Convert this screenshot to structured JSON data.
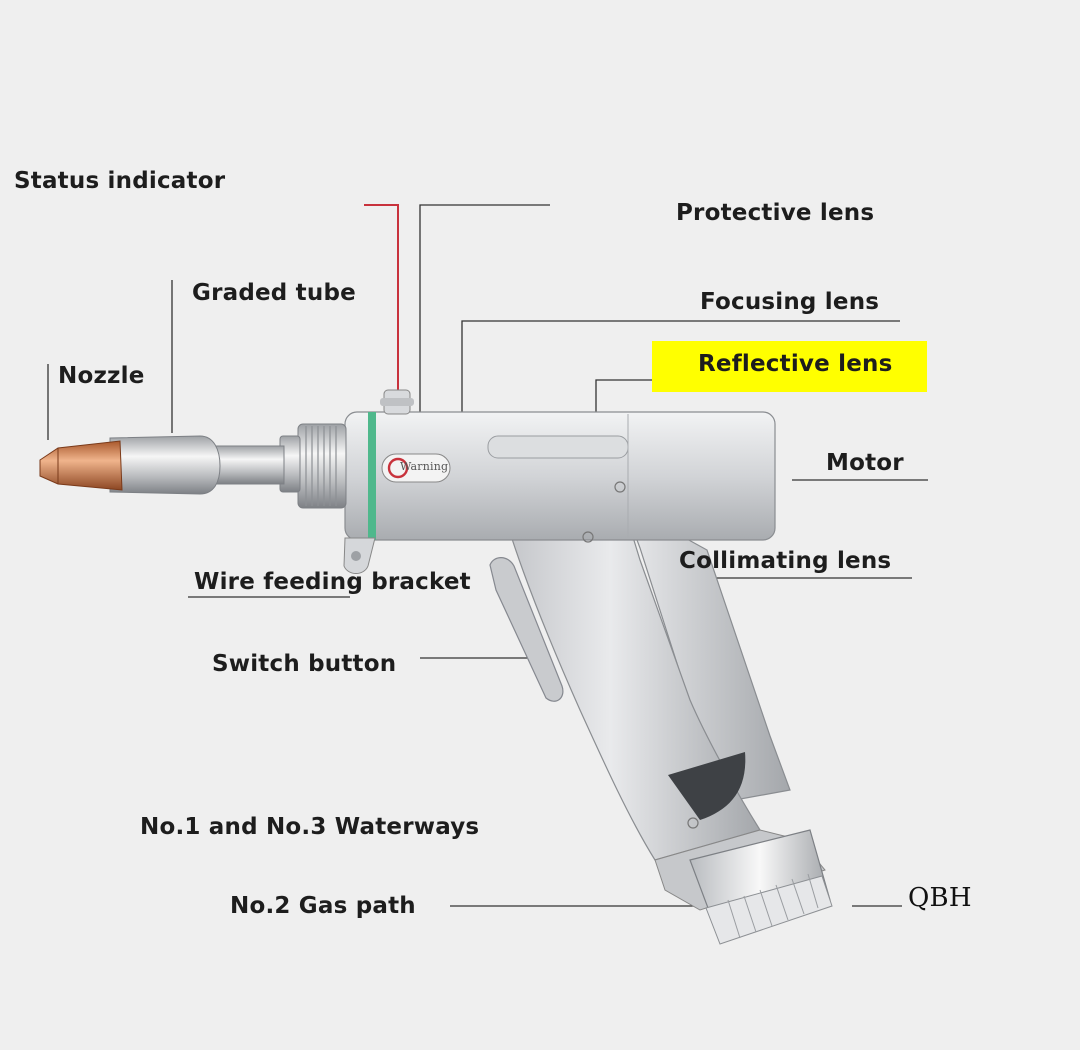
{
  "labels": {
    "status_indicator": "Status indicator",
    "graded_tube": "Graded tube",
    "nozzle": "Nozzle",
    "protective_lens": "Protective lens",
    "focusing_lens": "Focusing lens",
    "reflective_lens": "Reflective lens",
    "motor": "Motor",
    "collimating_lens": "Collimating lens",
    "wire_feeding_bracket": "Wire feeding bracket",
    "switch_button": "Switch button",
    "waterways": "No.1 and No.3 Waterways",
    "gas_path": "No.2 Gas path",
    "qbh": "QBH"
  },
  "device": {
    "warning_text": "Warning"
  },
  "colors": {
    "highlight": "#ffff00",
    "indicator_line": "#c8323c",
    "nozzle_copper": "#c87846",
    "status_ring": "#4fb88c",
    "body_metal": "#cfd1d4"
  }
}
